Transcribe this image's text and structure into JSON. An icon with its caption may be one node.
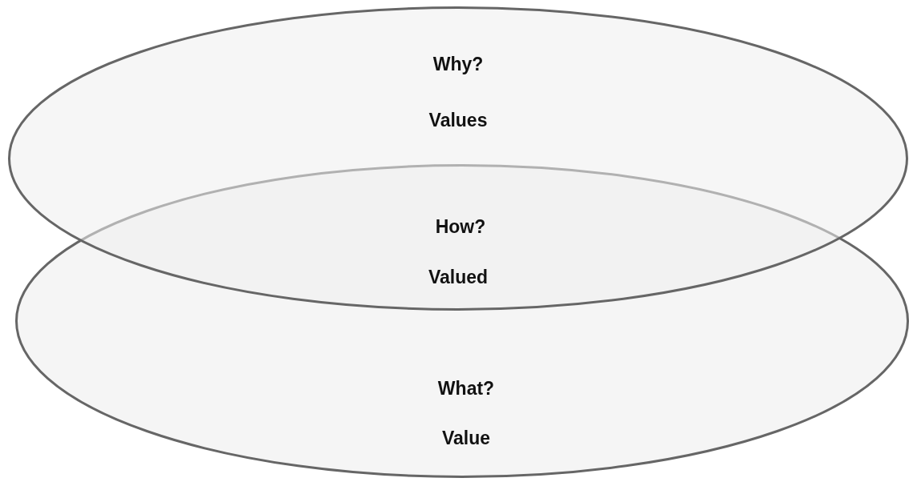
{
  "diagram": {
    "nodes": [
      {
        "text": [
          "Why?",
          "Values"
        ]
      },
      {
        "text": [
          "What?",
          "Value"
        ]
      }
    ],
    "labels": [
      "How?",
      "Valued"
    ]
  }
}
